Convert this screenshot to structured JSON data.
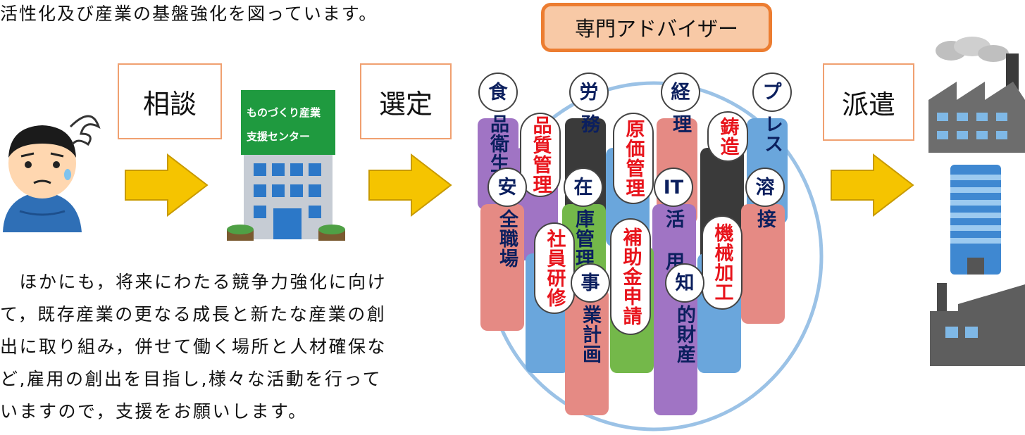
{
  "intro_text": "活性化及び産業の基盤強化を図っています。",
  "flow": {
    "step1": "相談",
    "step2": "選定",
    "step3": "派遣"
  },
  "center": {
    "line1": "ものづくり産業",
    "line2": "支援センター"
  },
  "advisor_title": "専門アドバイザー",
  "advisors": {
    "food_hygiene": {
      "bubble": "食",
      "rest": "品衛生"
    },
    "labor": {
      "bubble": "労",
      "rest": "務"
    },
    "accounting": {
      "bubble": "経",
      "rest": "理"
    },
    "press": {
      "bubble": "プ",
      "rest": "レス"
    },
    "quality": "品質管理",
    "cost": "原価管理",
    "casting": "鋳造",
    "safety": {
      "bubble": "安",
      "rest": "全職場"
    },
    "inventory": {
      "bubble": "在",
      "rest": "庫管理"
    },
    "it": {
      "bubble": "IT",
      "rest": "活 用"
    },
    "welding": {
      "bubble": "溶",
      "rest": "接"
    },
    "training": "社員研修",
    "subsidy": "補助金申請",
    "machining": "機械加工",
    "business_plan": {
      "bubble": "事",
      "rest": "業計画"
    },
    "ip": {
      "bubble": "知",
      "rest": "的財産"
    }
  },
  "paragraph": [
    "　ほかにも，将来にわたる競争力強化に向け",
    "て，既存産業の更なる成長と新たな産業の創",
    "出に取り組み，併せて働く場所と人材確保な",
    "ど,雇用の創出を目指し,様々な活動を行って",
    "いますので，支援をお願いします。"
  ],
  "colors": {
    "arrow": "#f5c400",
    "advisor_box_fill": "#f8c9a6",
    "advisor_box_border": "#ec7d31",
    "circle": "#9bc2e6",
    "navy_text": "#0b1f5e",
    "red_text": "#e8141c"
  }
}
